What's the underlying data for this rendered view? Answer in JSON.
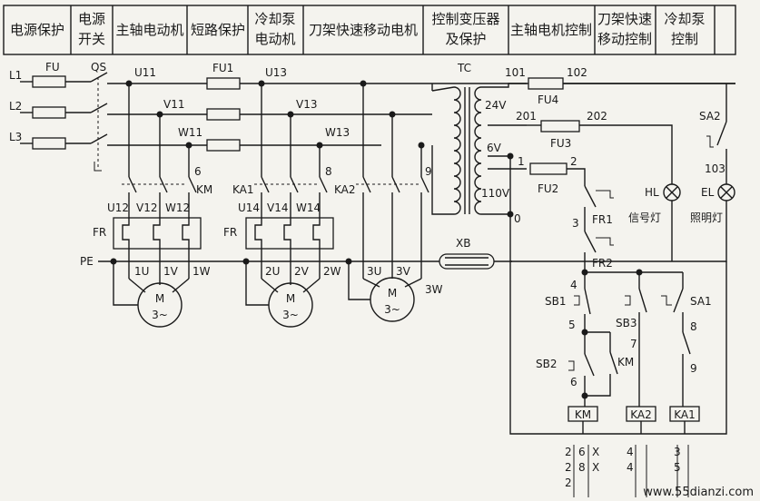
{
  "header": {
    "cells": [
      "电源保护",
      "电源\n开关",
      "主轴电动机",
      "短路保护",
      "冷却泵\n电动机",
      "刀架快速移动电机",
      "控制变压器\n及保护",
      "主轴电机控制",
      "刀架快速\n移动控制",
      "冷却泵\n控制"
    ]
  },
  "power": {
    "lines": [
      "L1",
      "L2",
      "L3"
    ],
    "fuse": "FU",
    "switch": "QS",
    "pe": "PE",
    "nodes_1": [
      "U11",
      "V11",
      "W11"
    ],
    "fuse1": "FU1",
    "nodes_2": [
      "U13",
      "V13",
      "W13"
    ],
    "km_main": "KM",
    "km_num": "6",
    "ka1": "KA1",
    "ka1_num": "8",
    "ka2": "KA2",
    "ka2_num": "9",
    "fr": "FR",
    "motor1_in": [
      "U12",
      "V12",
      "W12"
    ],
    "motor2_in": [
      "U14",
      "V14",
      "W14"
    ],
    "motor1_term": [
      "1U",
      "1V",
      "1W"
    ],
    "motor2_term": [
      "2U",
      "2V",
      "2W"
    ],
    "motor3_term": [
      "3U",
      "3V",
      "3W"
    ],
    "motor_label": "M",
    "motor_sub": "3~",
    "xb": "XB"
  },
  "control": {
    "tc": "TC",
    "v24": "24V",
    "v6": "6V",
    "v110": "110V",
    "zero": "0",
    "n101": "101",
    "n102": "102",
    "fu4": "FU4",
    "n201": "201",
    "n202": "202",
    "fu3": "FU3",
    "n1": "1",
    "n2": "2",
    "fu2": "FU2",
    "fr1": "FR1",
    "fr2": "FR2",
    "n3": "3",
    "n4": "4",
    "n5": "5",
    "n6": "6",
    "n7": "7",
    "n8": "8",
    "n9": "9",
    "sb1": "SB1",
    "sb2": "SB2",
    "sb3": "SB3",
    "km_aux": "KM",
    "sa1": "SA1",
    "sa2": "SA2",
    "n103": "103",
    "hl": "HL",
    "hl_cn": "信号灯",
    "el": "EL",
    "el_cn": "照明灯",
    "coil_km": "KM",
    "coil_ka2": "KA2",
    "coil_ka1": "KA1",
    "bottom_cols": [
      {
        "a": "2",
        "b": "2",
        "c": "2"
      },
      {
        "a": "6",
        "b": "8",
        "c": ""
      },
      {
        "a": "X",
        "b": "X",
        "c": ""
      },
      {
        "a": "4",
        "b": "4",
        "c": ""
      },
      {
        "a": "3",
        "b": "5",
        "c": ""
      }
    ]
  },
  "watermark": "www.55dianzi.com"
}
